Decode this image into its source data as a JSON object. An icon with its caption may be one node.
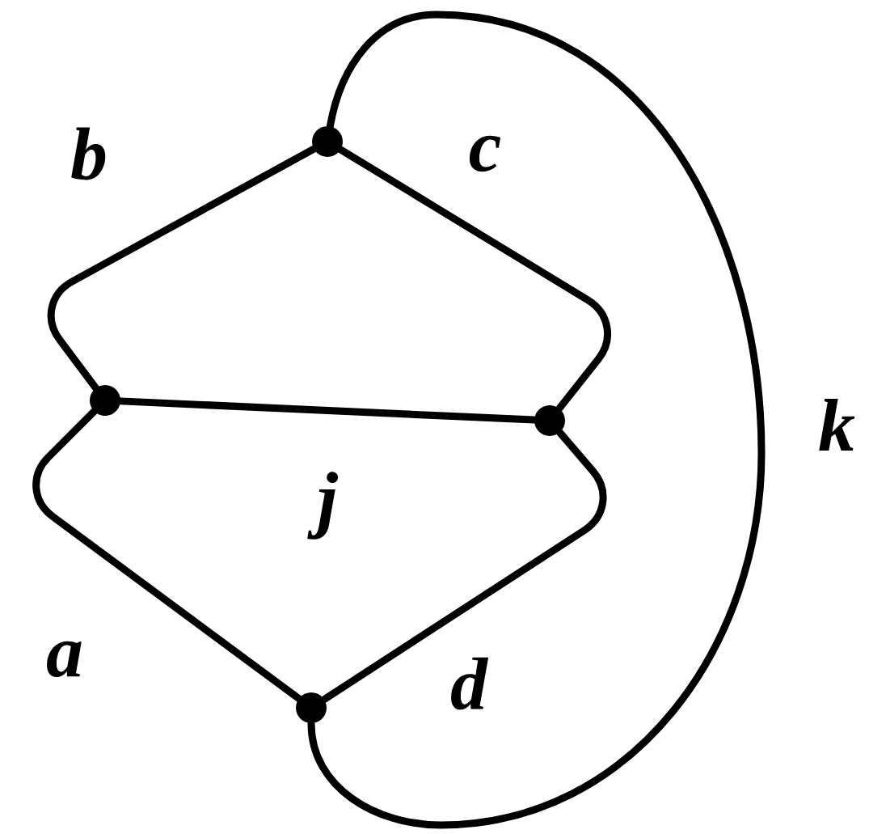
{
  "diagram": {
    "nodes": [
      {
        "text": [],
        "shape": "circle"
      },
      {
        "text": [],
        "shape": "circle"
      },
      {
        "text": [],
        "shape": "circle"
      },
      {
        "text": [],
        "shape": "circle"
      }
    ],
    "edges": [
      {
        "from": 0,
        "to": 1,
        "arrow": "none",
        "label": "b"
      },
      {
        "from": 0,
        "to": 2,
        "arrow": "none",
        "label": "c"
      },
      {
        "from": 1,
        "to": 2,
        "arrow": "none",
        "label": "j"
      },
      {
        "from": 1,
        "to": 3,
        "arrow": "none",
        "label": "a"
      },
      {
        "from": 2,
        "to": 3,
        "arrow": "none",
        "label": "d"
      },
      {
        "from": 0,
        "to": 3,
        "arrow": "none",
        "label": "k"
      }
    ]
  }
}
